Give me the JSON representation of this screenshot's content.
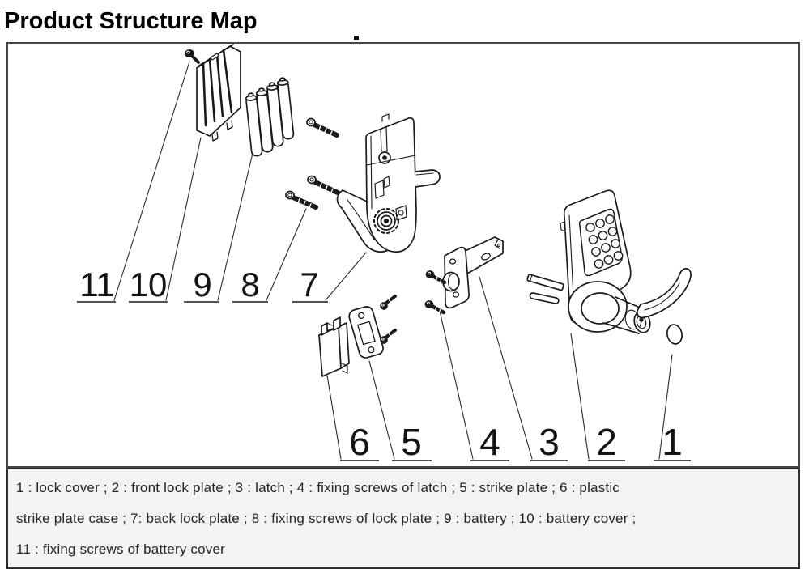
{
  "title": "Product Structure Map",
  "callouts": [
    {
      "number": "1",
      "part": "lock cover"
    },
    {
      "number": "2",
      "part": "front lock plate"
    },
    {
      "number": "3",
      "part": "latch"
    },
    {
      "number": "4",
      "part": "fixing screws of latch"
    },
    {
      "number": "5",
      "part": "strike plate"
    },
    {
      "number": "6",
      "part": "plastic strike plate case"
    },
    {
      "number": "7",
      "part": "back lock plate"
    },
    {
      "number": "8",
      "part": "fixing screws of lock plate"
    },
    {
      "number": "9",
      "part": "battery"
    },
    {
      "number": "10",
      "part": "battery cover"
    },
    {
      "number": "11",
      "part": "fixing screws of battery cover"
    }
  ],
  "legend": {
    "line1": "1 : lock cover ; 2 : front lock plate ; 3 : latch ; 4 : fixing screws of latch ; 5 : strike plate ; 6 : plastic",
    "line2": "strike plate case ; 7: back lock plate ; 8 : fixing screws of lock plate ; 9 : battery ; 10 : battery cover ;",
    "line3": "11 : fixing screws of battery cover"
  },
  "colors": {
    "line_art": "#1a1a1a",
    "box_border": "#454545",
    "legend_background": "#f3f3f3"
  }
}
